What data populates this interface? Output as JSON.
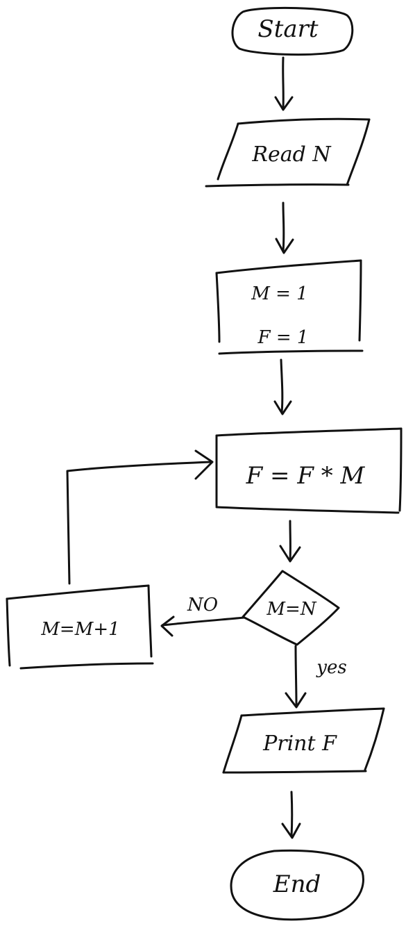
{
  "nodes": {
    "start": "Start",
    "read": "Read N",
    "init_m": "M = 1",
    "init_f": "F = 1",
    "multiply": "F = F * M",
    "decision": "M=N",
    "increment": "M=M+1",
    "print": "Print F",
    "end": "End"
  },
  "edges": {
    "no_label": "NO",
    "yes_label": "yes"
  }
}
